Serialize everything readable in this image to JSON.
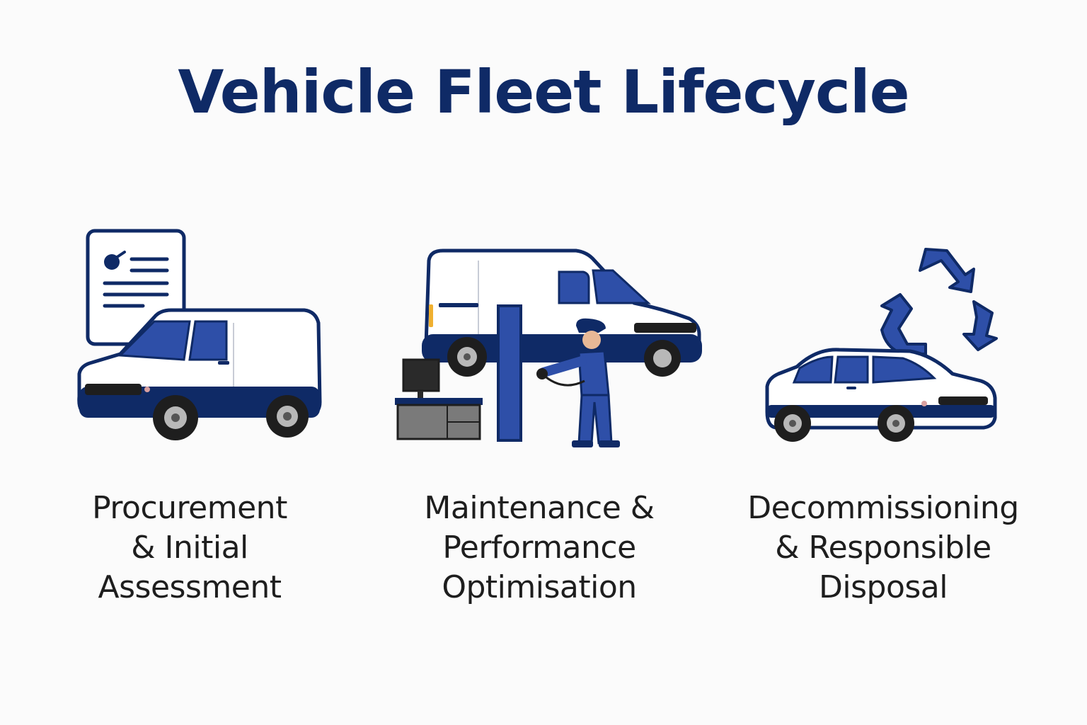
{
  "title": "Vehicle Fleet Lifecycle",
  "colors": {
    "navy": "#0f2a66",
    "accent_blue": "#2e4fa8",
    "body_white": "#ffffff",
    "text": "#1e1e1e"
  },
  "stages": [
    {
      "icon": "document-van-icon",
      "label_lines": [
        "Procurement",
        "& Initial",
        "Assessment"
      ]
    },
    {
      "icon": "van-on-lift-mechanic-icon",
      "label_lines": [
        "Maintenance &",
        "Performance",
        "Optimisation"
      ]
    },
    {
      "icon": "recycle-car-icon",
      "label_lines": [
        "Decommissioning",
        "& Responsible",
        "Disposal"
      ]
    }
  ]
}
